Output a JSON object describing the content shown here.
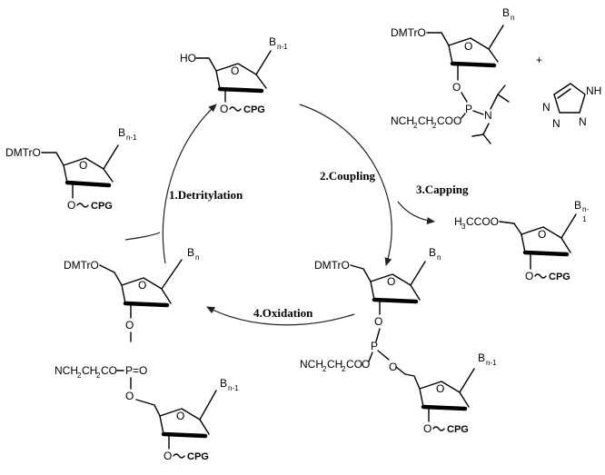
{
  "labels": {
    "dmtro": "DMTrO",
    "ho": "HO",
    "b_n": "B",
    "b_n_sub": "n",
    "b_n1": "B",
    "b_n1_sub": "n-1",
    "b_cap_sub": "n-",
    "b_cap_sub2": "1",
    "cpg": "CPG",
    "o": "O",
    "p": "P",
    "n": "N",
    "cyanoethyl": "NCH",
    "cyanoethyl_sub": "2",
    "cyanoethyl_mid": "CH",
    "cyanoethyl_end": "CO",
    "acetyl_h": "H",
    "acetyl_3": "3",
    "acetyl_rest": "CCOO",
    "p_double_o": "P=O",
    "plus": "+",
    "nh": "NH",
    "tetrazole_n": "N"
  },
  "steps": {
    "detritylation": "1.Detritylation",
    "coupling": "2.Coupling",
    "capping": "3.Capping",
    "oxidation": "4.Oxidation"
  }
}
